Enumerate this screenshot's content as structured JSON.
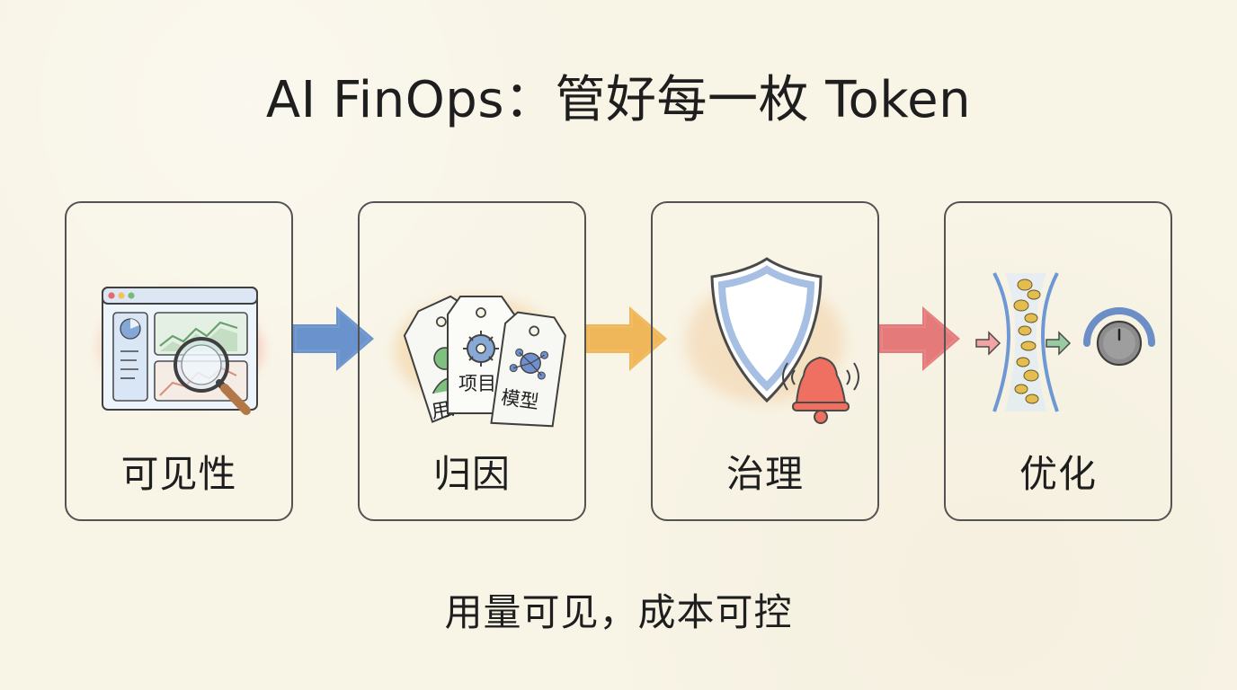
{
  "title": "AI FinOps：管好每一枚 Token",
  "subtitle": "用量可见，成本可控",
  "steps": [
    {
      "label": "可见性",
      "icon": "dashboard-magnifier-icon"
    },
    {
      "label": "归因",
      "icon": "tags-icon",
      "tags": [
        "用户",
        "项目",
        "模型"
      ]
    },
    {
      "label": "治理",
      "icon": "shield-bell-icon"
    },
    {
      "label": "优化",
      "icon": "funnel-gauge-icon"
    }
  ],
  "colors": {
    "background": "#f8f4e6",
    "blue": "#5a87c9",
    "orange": "#efb04e",
    "red": "#e16d6d",
    "green": "#8cc89a"
  }
}
